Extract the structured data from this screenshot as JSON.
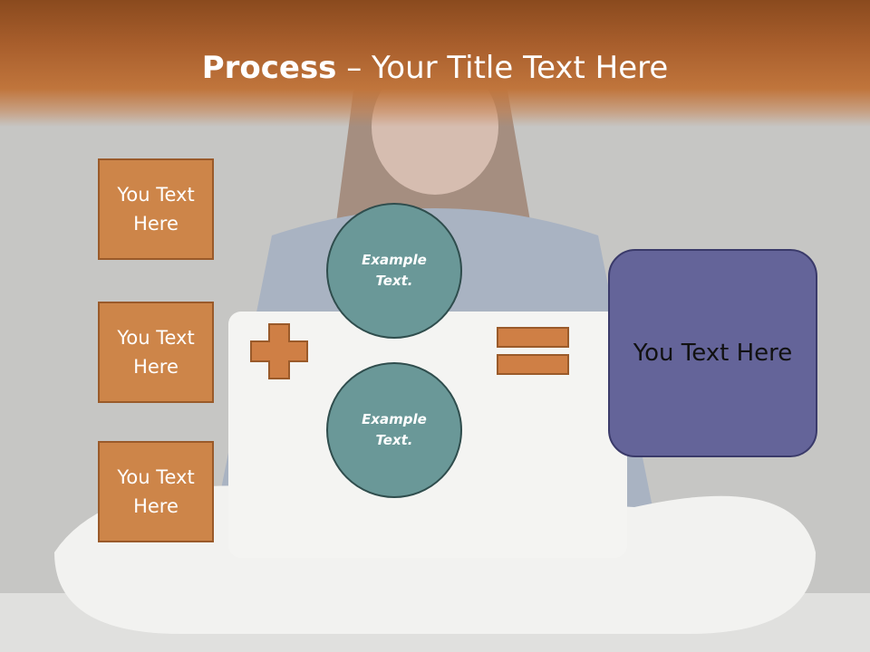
{
  "colors": {
    "title_bar": "#b0622e",
    "box_fill": "#cd8549",
    "box_border": "#9a5a2a",
    "circle_fill": "#6a9898",
    "result_fill": "#646499",
    "operator_fill": "#cf7f45"
  },
  "title": {
    "bold": "Process",
    "rest": " – Your Title Text Here"
  },
  "boxes": [
    {
      "label": "You Text Here"
    },
    {
      "label": "You Text Here"
    },
    {
      "label": "You Text Here"
    }
  ],
  "circles": [
    {
      "label": "Example Text."
    },
    {
      "label": "Example Text."
    }
  ],
  "operators": {
    "plus": "plus-icon",
    "equals": "equals-icon"
  },
  "result": {
    "label": "You Text Here"
  }
}
